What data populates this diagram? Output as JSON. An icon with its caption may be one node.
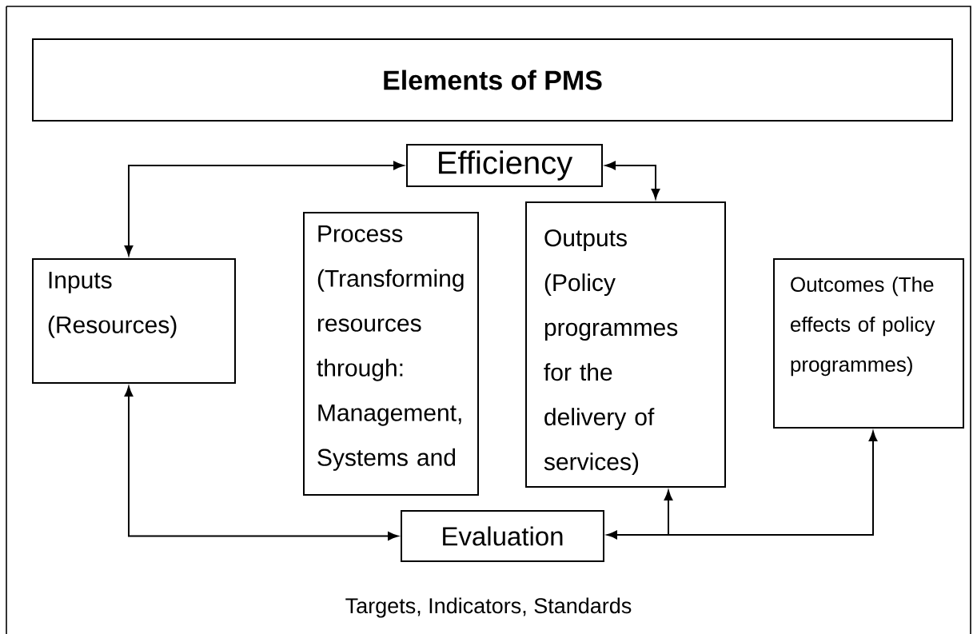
{
  "diagram": {
    "nodes": [
      {
        "text": [
          "Elements of PMS"
        ]
      },
      {
        "text": [
          "Efficiency"
        ]
      },
      {
        "text": [
          "Process (Transforming resources through: Management, Systems and"
        ]
      },
      {
        "text": [
          "Outputs (Policy programmes for the delivery of services)"
        ]
      },
      {
        "text": [
          "Inputs (Resources)"
        ]
      },
      {
        "text": [
          "Outcomes (The effects of policy programmes)"
        ]
      },
      {
        "text": [
          "Evaluation"
        ]
      }
    ],
    "edges": [
      {
        "from": 4,
        "to": 1,
        "arrow": "both"
      },
      {
        "from": 1,
        "to": 3,
        "arrow": "both"
      },
      {
        "from": 4,
        "to": 6,
        "arrow": "both"
      },
      {
        "from": 3,
        "to": 6,
        "arrow": "both"
      },
      {
        "from": 5,
        "to": 6,
        "arrow": "both"
      }
    ],
    "labels": [
      "Targets, Indicators, Standards"
    ]
  }
}
